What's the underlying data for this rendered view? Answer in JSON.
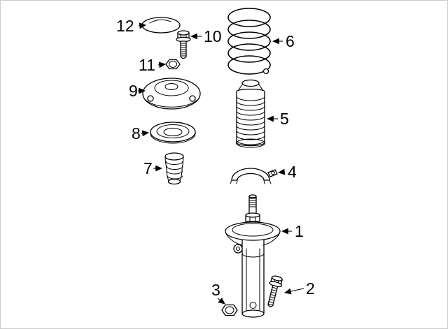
{
  "colors": {
    "background": "#ffffff",
    "line_art": "#000000",
    "frame_border": "#cccccc"
  },
  "callouts": {
    "n1": "1",
    "n2": "2",
    "n3": "3",
    "n4": "4",
    "n5": "5",
    "n6": "6",
    "n7": "7",
    "n8": "8",
    "n9": "9",
    "n10": "10",
    "n11": "11",
    "n12": "12"
  }
}
